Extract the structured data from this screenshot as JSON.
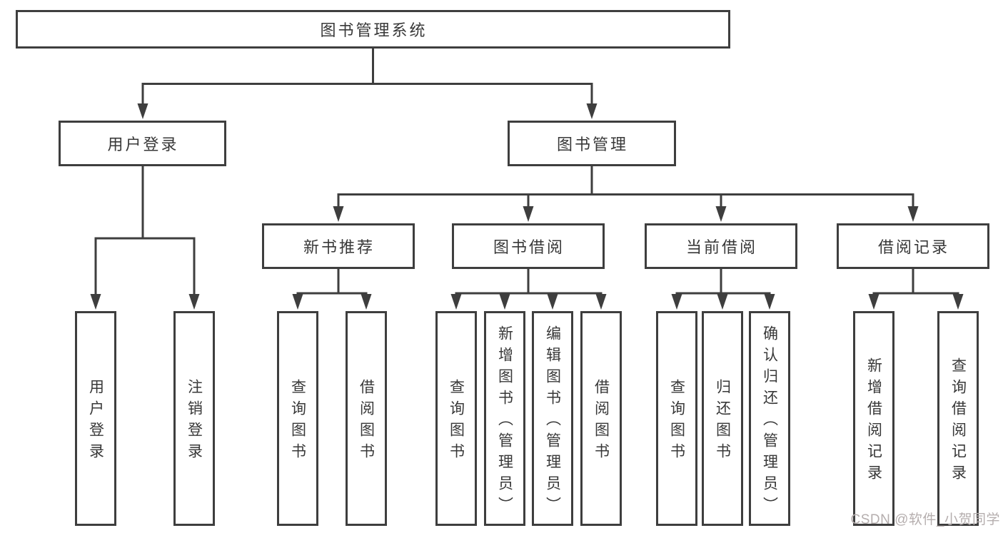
{
  "diagram_type": "hierarchy-tree",
  "colors": {
    "line": "#3e3e3e",
    "text": "#383838",
    "watermark": "#b5aeae",
    "background": "#ffffff"
  },
  "tree": {
    "root": {
      "label": "图书管理系统",
      "children": [
        {
          "label": "用户登录",
          "children": [
            {
              "label": "用户登录"
            },
            {
              "label": "注销登录"
            }
          ]
        },
        {
          "label": "图书管理",
          "children": [
            {
              "label": "新书推荐",
              "children": [
                {
                  "label": "查询图书"
                },
                {
                  "label": "借阅图书"
                }
              ]
            },
            {
              "label": "图书借阅",
              "children": [
                {
                  "label": "查询图书"
                },
                {
                  "label": "新增图书（管理员）"
                },
                {
                  "label": "编辑图书（管理员）"
                },
                {
                  "label": "借阅图书"
                }
              ]
            },
            {
              "label": "当前借阅",
              "children": [
                {
                  "label": "查询图书"
                },
                {
                  "label": "归还图书"
                },
                {
                  "label": "确认归还（管理员）"
                }
              ]
            },
            {
              "label": "借阅记录",
              "children": [
                {
                  "label": "新增借阅记录"
                },
                {
                  "label": "查询借阅记录"
                }
              ]
            }
          ]
        }
      ]
    }
  },
  "watermark": {
    "text": "CSDN @软件_小贺同学"
  }
}
